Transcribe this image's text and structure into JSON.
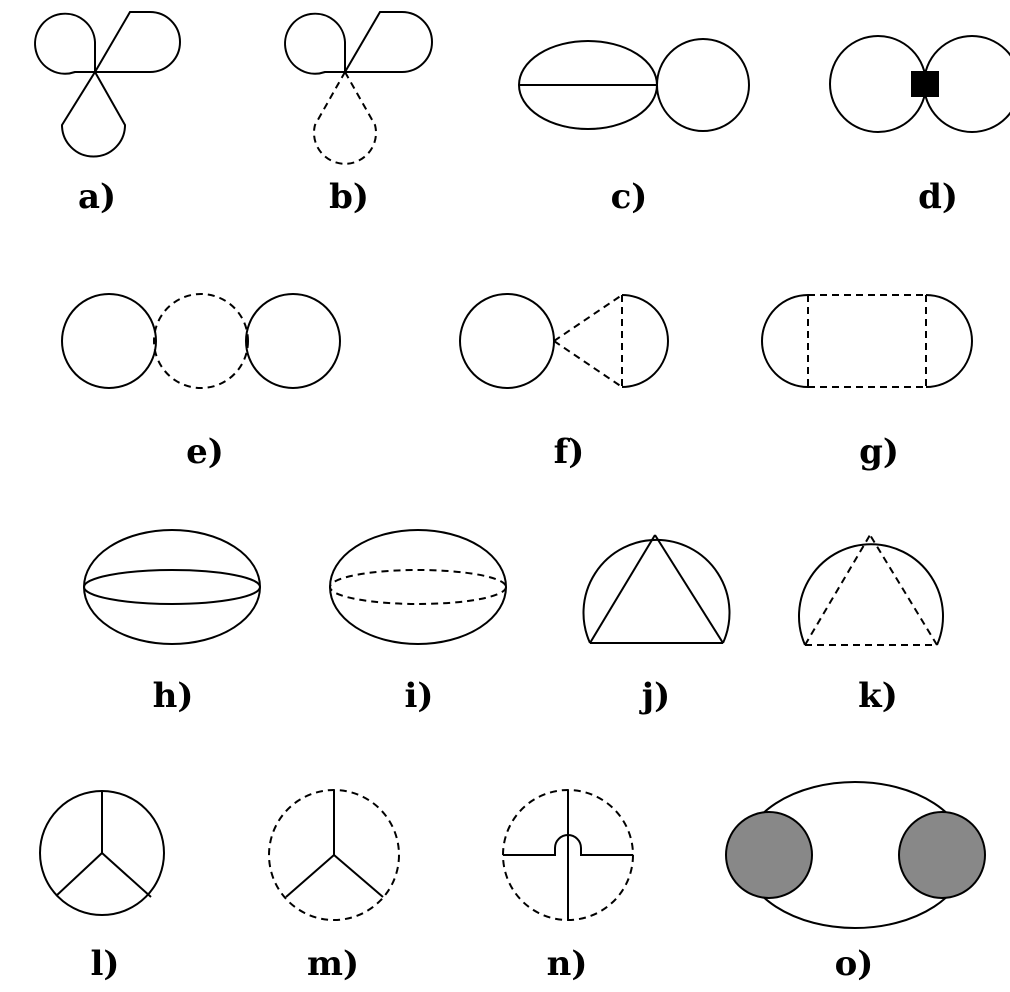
{
  "labels": {
    "a": "a)",
    "b": "b)",
    "c": "c)",
    "d": "d)",
    "e": "e)",
    "f": "f)",
    "g": "g)",
    "h": "h)",
    "i": "i)",
    "j": "j)",
    "k": "k)",
    "l": "l)",
    "m": "m)",
    "n": "n)",
    "o": "o)"
  },
  "colors": {
    "line": "#000000",
    "vertex_fill": "#000000",
    "blob_fill": "#888888",
    "background": "#ffffff"
  }
}
